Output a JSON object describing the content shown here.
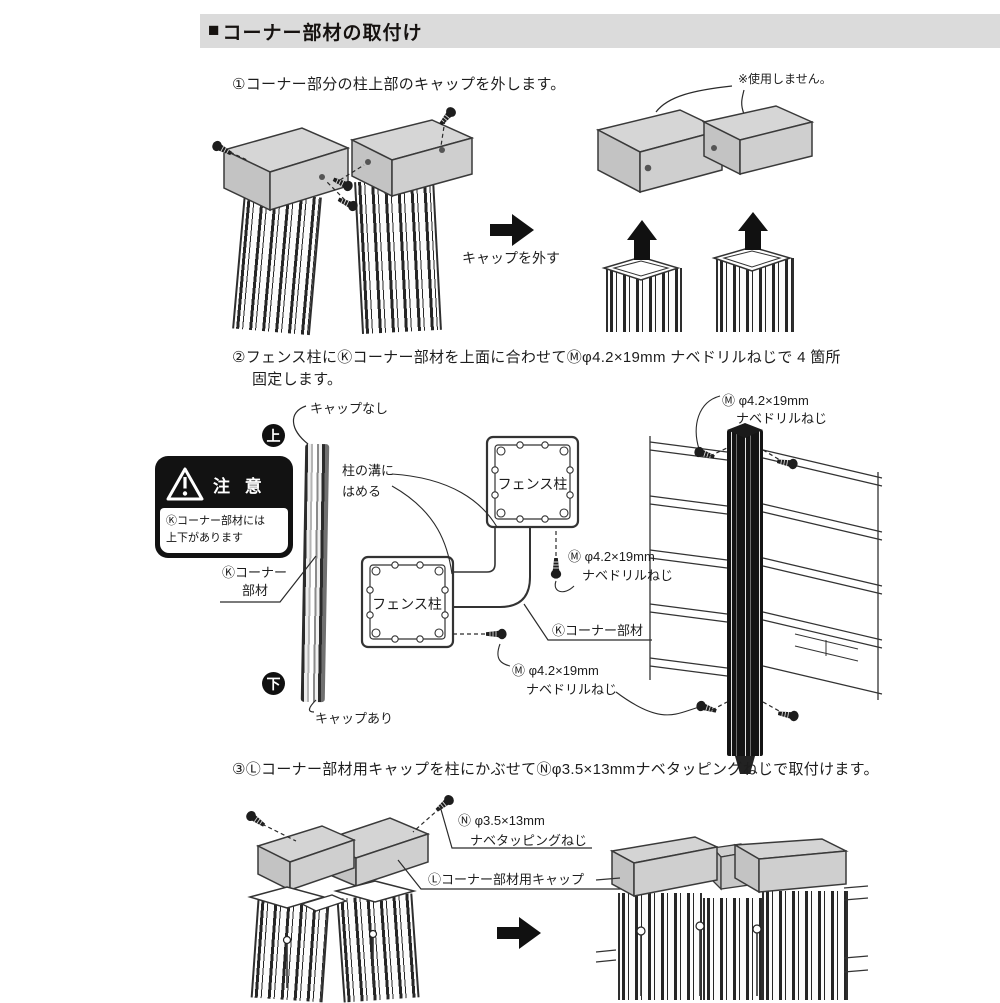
{
  "header": {
    "bullet": "■",
    "title": "コーナー部材の取付け"
  },
  "step1": {
    "heading": "①コーナー部分の柱上部のキャップを外します。",
    "note": "※使用しません。",
    "arrow_caption": "キャップを外す"
  },
  "step2": {
    "heading_line1": "②フェンス柱にⓀコーナー部材を上面に合わせてⓂφ4.2×19mm ナベドリルねじで 4 箇所",
    "heading_line2": "固定します。",
    "caution": {
      "title": "注 意",
      "line1": "Ⓚコーナー部材には",
      "line2": "上下があります"
    },
    "labels": {
      "cap_none": "キャップなし",
      "badge_top": "上",
      "badge_bottom": "下",
      "cap_exists": "キャップあり",
      "corner_left_line1": "Ⓚコーナー",
      "corner_left_line2": "部材",
      "groove_line1": "柱の溝に",
      "groove_line2": "はめる",
      "fence_post": "フェンス柱",
      "screw_m_line1": "Ⓜ φ4.2×19mm",
      "screw_m_line2": "ナベドリルねじ",
      "corner_part": "Ⓚコーナー部材"
    }
  },
  "step3": {
    "heading": "③Ⓛコーナー部材用キャップを柱にかぶせてⓃφ3.5×13mmナベタッピングねじで取付けます。",
    "labels": {
      "screw_n_line1": "Ⓝ φ3.5×13mm",
      "screw_n_line2": "ナベタッピングねじ",
      "corner_cap": "Ⓛコーナー部材用キャップ"
    }
  },
  "colors": {
    "header_bg": "#dbdbdb",
    "cap_gray": "#d4d4d4",
    "line": "#333333",
    "caution_bg": "#121212"
  }
}
